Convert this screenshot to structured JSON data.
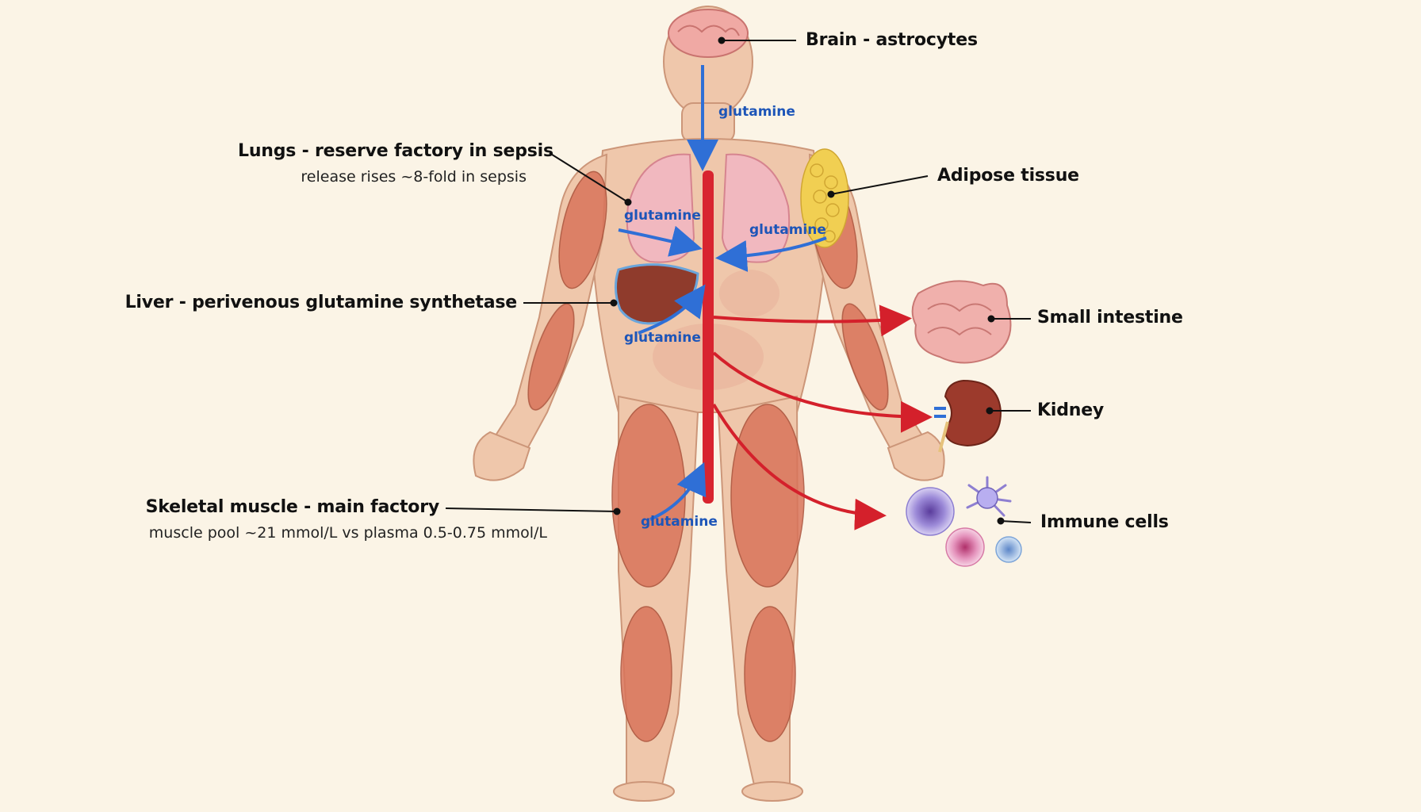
{
  "labels": {
    "brain": "Brain - astrocytes",
    "lungs": "Lungs - reserve factory in sepsis",
    "lungs_note": "release rises ~8-fold in sepsis",
    "adipose": "Adipose tissue",
    "liver": "Liver - perivenous glutamine synthetase",
    "small_intestine": "Small intestine",
    "kidney": "Kidney",
    "muscle": "Skeletal muscle - main factory",
    "muscle_note": "muscle pool ~21 mmol/L vs plasma 0.5-0.75 mmol/L",
    "immune": "Immune cells"
  },
  "flows": {
    "brain": "glutamine",
    "lungs": "glutamine",
    "adipose": "glutamine",
    "liver": "glutamine",
    "muscle": "glutamine"
  },
  "colors": {
    "background": "#fbf4e6",
    "skin": "#efc4a6",
    "muscle": "#d9735a",
    "blood_vessel": "#d8242f",
    "supply_arrow": "#2f6fd6",
    "consumer_arrow": "#d4202b",
    "liver": "#8f3b2c",
    "lung": "#f1b8bf",
    "adipose": "#f1cf52"
  },
  "icons": [
    "brain-icon",
    "lungs-icon",
    "liver-icon",
    "adipose-icon",
    "intestine-icon",
    "kidney-icon",
    "immune-cell-icon",
    "muscle-icon"
  ]
}
